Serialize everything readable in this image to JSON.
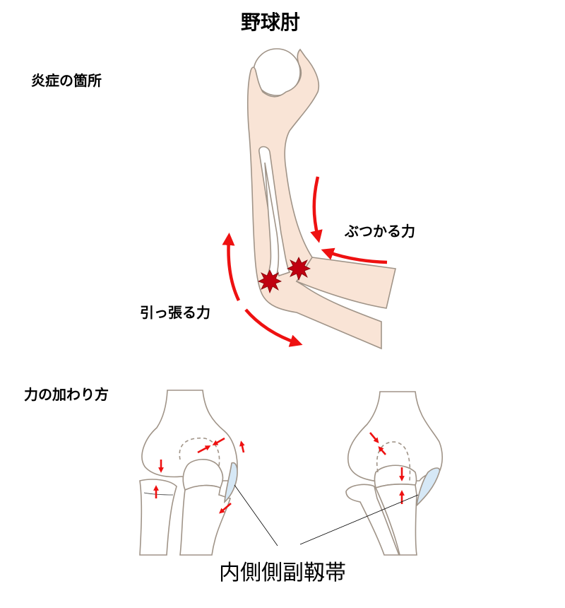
{
  "title": "野球肘",
  "labels": {
    "inflammation_site": "炎症の箇所",
    "impact_force": "ぶつかる力",
    "pulling_force": "引っ張る力",
    "force_application": "力の加わり方",
    "ligament": "内側側副靱帯"
  },
  "colors": {
    "skin": "#f9e4d6",
    "outline": "#a09488",
    "arrow": "#ee1111",
    "inflammation": "#c00010",
    "ligament": "#d6e8f6"
  }
}
